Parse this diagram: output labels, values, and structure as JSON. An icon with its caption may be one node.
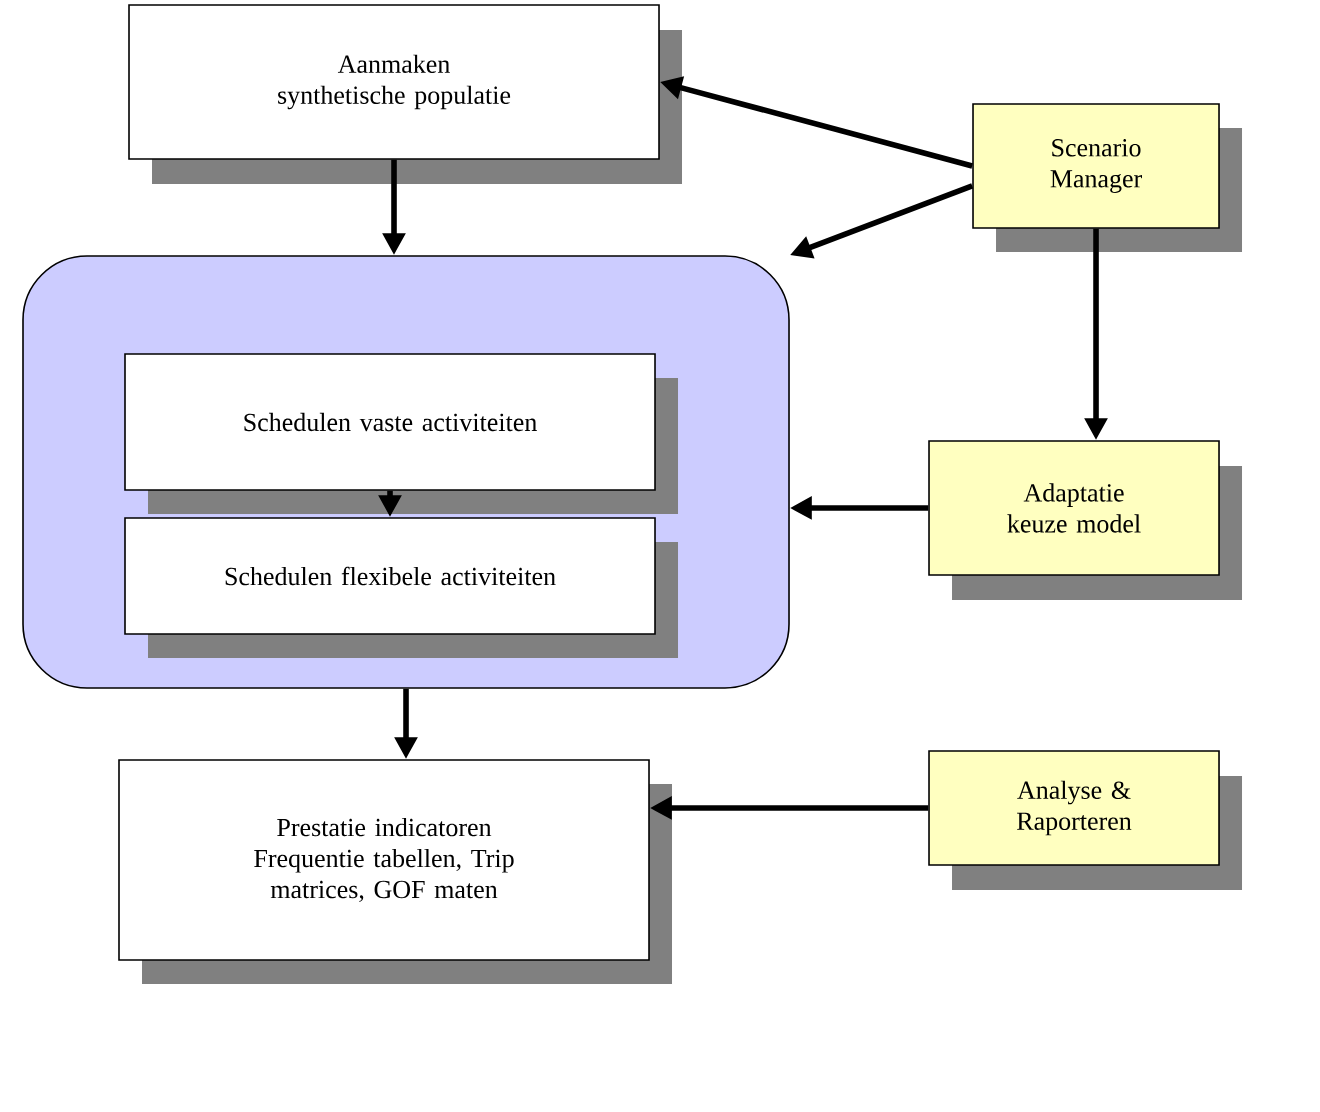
{
  "diagram": {
    "nodes": [
      {
        "text": [
          "Aanmaken synthetische populatie"
        ]
      },
      {
        "text": [],
        "shape": "box"
      },
      {
        "text": [
          "Schedulen vaste activiteiten"
        ],
        "in": 1
      },
      {
        "text": [
          "Schedulen flexibele activiteiten"
        ],
        "in": 1
      },
      {
        "text": [
          "Scenario Manager"
        ]
      },
      {
        "text": [
          "Adaptatie keuze model"
        ]
      },
      {
        "text": [
          "Prestatie indicatoren Frequentie tabellen, Trip matrices, GOF maten"
        ]
      },
      {
        "text": [
          "Analyse & Raporteren"
        ]
      }
    ],
    "edges": [
      {
        "from": 0,
        "to": 1,
        "arrow": "to"
      },
      {
        "from": 4,
        "to": 0,
        "arrow": "to"
      },
      {
        "from": 4,
        "to": 1,
        "arrow": "to"
      },
      {
        "from": 4,
        "to": 5,
        "arrow": "to"
      },
      {
        "from": 2,
        "to": 3,
        "arrow": "to"
      },
      {
        "from": 5,
        "to": 1,
        "arrow": "to"
      },
      {
        "from": 1,
        "to": 6,
        "arrow": "to"
      },
      {
        "from": 7,
        "to": 6,
        "arrow": "to"
      }
    ]
  }
}
